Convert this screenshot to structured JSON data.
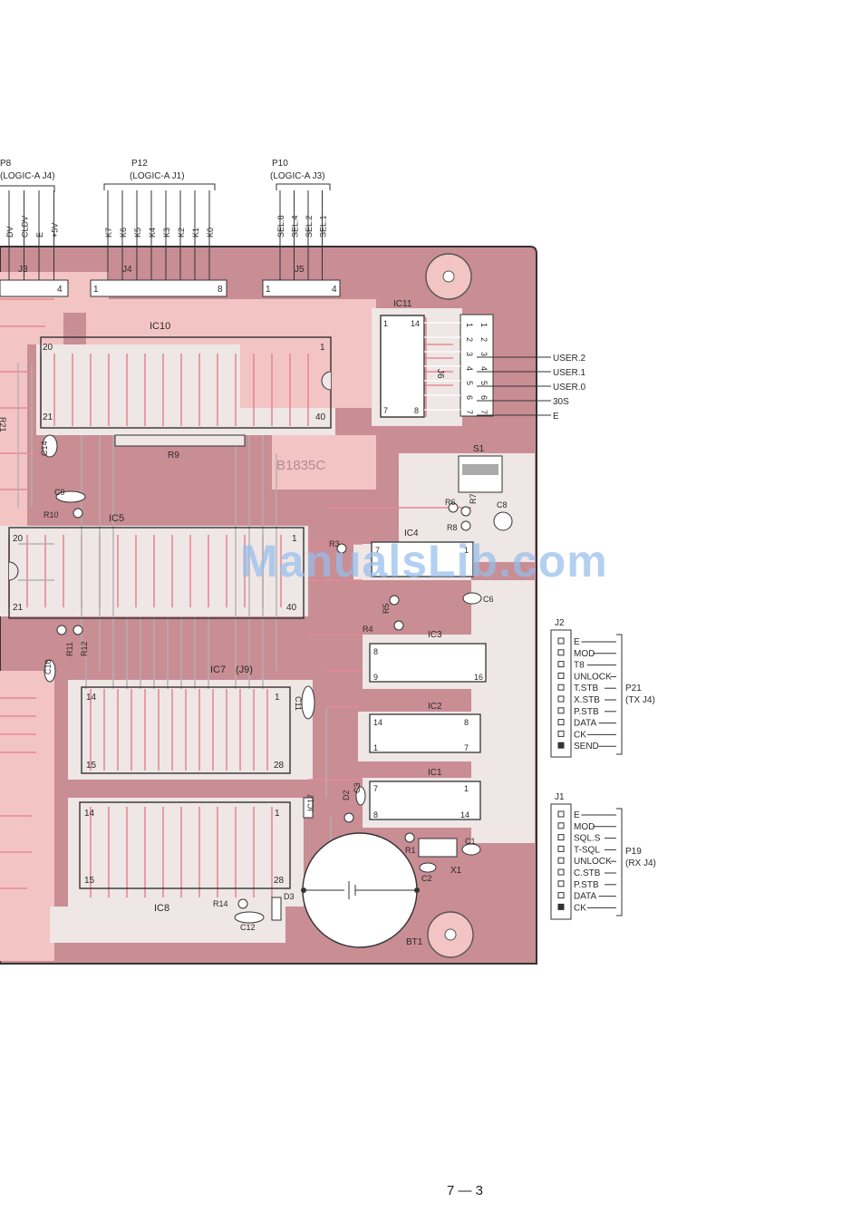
{
  "connectors_top": {
    "p8": {
      "name": "P8",
      "subtitle": "(LOGIC-A J4)",
      "pins": [
        "DV",
        "CLDV",
        "E",
        "+5V"
      ],
      "jack": "J3",
      "last_pin": "4"
    },
    "p12": {
      "name": "P12",
      "subtitle": "(LOGIC-A J1)",
      "pins": [
        "K7",
        "K6",
        "K5",
        "K4",
        "K3",
        "K2",
        "K1",
        "K0"
      ],
      "jack": "J4",
      "first_pin": "1",
      "last_pin": "8"
    },
    "p10": {
      "name": "P10",
      "subtitle": "(LOGIC-A J3)",
      "pins": [
        "SEL.8",
        "SEL.4",
        "SEL.2",
        "SEL.1"
      ],
      "jack": "J5",
      "first_pin": "1",
      "last_pin": "4"
    }
  },
  "components": {
    "ic10": "IC10",
    "ic5": "IC5",
    "ic7": "IC7",
    "ic7_sub": "(J9)",
    "ic8": "IC8",
    "ic11": "IC11",
    "ic4": "IC4",
    "ic3": "IC3",
    "ic2": "IC2",
    "ic1": "IC1",
    "ic17": "IC17",
    "r9": "R9",
    "r10": "R10",
    "r11": "R11",
    "r12": "R12",
    "r14": "R14",
    "r21": "R21",
    "r1": "R1",
    "r3": "R3",
    "r4": "R4",
    "r5": "R5",
    "r6": "R6",
    "r7": "R7",
    "r8": "R8",
    "c1": "C1",
    "c2": "C2",
    "c3": "C3",
    "c6": "C6",
    "c8": "C8",
    "c9": "C9",
    "c10": "C10",
    "c11": "C11",
    "c12": "C12",
    "c14": "C14",
    "d2": "D2",
    "d3": "D3",
    "x1": "X1",
    "s1": "S1",
    "bt1": "BT1",
    "j6": "J6",
    "board_code": "B1835C"
  },
  "pin_numbers": {
    "ic10_tl": "20",
    "ic10_tr": "1",
    "ic10_bl": "21",
    "ic10_br": "40",
    "ic5_tl": "20",
    "ic5_tr": "1",
    "ic5_bl": "21",
    "ic5_br": "40",
    "ic7_tl": "14",
    "ic7_tr": "1",
    "ic7_bl": "15",
    "ic7_br": "28",
    "ic8_tl": "14",
    "ic8_tr": "1",
    "ic8_bl": "15",
    "ic8_br": "28",
    "ic11_tl": "1",
    "ic11_tr": "14",
    "ic11_bl": "7",
    "ic11_br": "8",
    "ic4_tl": "7",
    "ic4_tr": "1",
    "ic3_tl": "8",
    "ic3_bl": "9",
    "ic3_br": "16",
    "ic2_tl": "14",
    "ic2_tr": "8",
    "ic2_bl": "1",
    "ic2_br": "7",
    "ic1_tl": "7",
    "ic1_tr": "1",
    "ic1_bl": "8",
    "ic1_br": "14"
  },
  "j6_rows": [
    {
      "num": "1",
      "label": ""
    },
    {
      "num": "2",
      "label": "USER.2"
    },
    {
      "num": "3",
      "label": "USER.1"
    },
    {
      "num": "4",
      "label": "USER.0"
    },
    {
      "num": "5",
      "label": "30S"
    },
    {
      "num": "6",
      "label": "E"
    },
    {
      "num": "7",
      "label": ""
    }
  ],
  "j2": {
    "name": "J2",
    "plug": "P21",
    "plug_sub": "(TX J4)",
    "pins": [
      "E",
      "MOD",
      "T8",
      "UNLOCK",
      "T.STB",
      "X.STB",
      "P.STB",
      "DATA",
      "CK",
      "SEND"
    ]
  },
  "j1": {
    "name": "J1",
    "plug": "P19",
    "plug_sub": "(RX J4)",
    "pins": [
      "E",
      "MOD",
      "SQL.S",
      "T-SQL",
      "UNLOCK",
      "C.STB",
      "P.STB",
      "DATA",
      "CK"
    ]
  },
  "watermark": "ManualsLib.com",
  "page_number": "7 — 3",
  "colors": {
    "board": "#c98d94",
    "board_light": "#f3c4c4",
    "trace_pink": "#e58a94",
    "outline": "#333333"
  }
}
